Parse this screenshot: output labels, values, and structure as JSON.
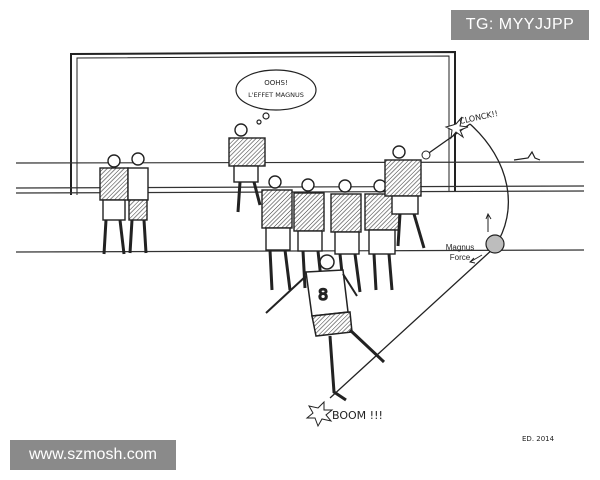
{
  "labels": {
    "thought_line1": "OOHS!",
    "thought_line2": "L'EFFET MAGNUS",
    "clonck": "CLONCK!!",
    "magnus_line1": "Magnus",
    "magnus_line2": "Force",
    "boom": "BOOM !!!",
    "signature": "ED. 2014"
  },
  "watermarks": {
    "top_right": "TG: MYYJJPP",
    "bottom_left": "www.szmosh.com"
  },
  "colors": {
    "ink": "#222222",
    "badge": "#8a8a8a",
    "ball_fill": "#bdbdbd"
  }
}
